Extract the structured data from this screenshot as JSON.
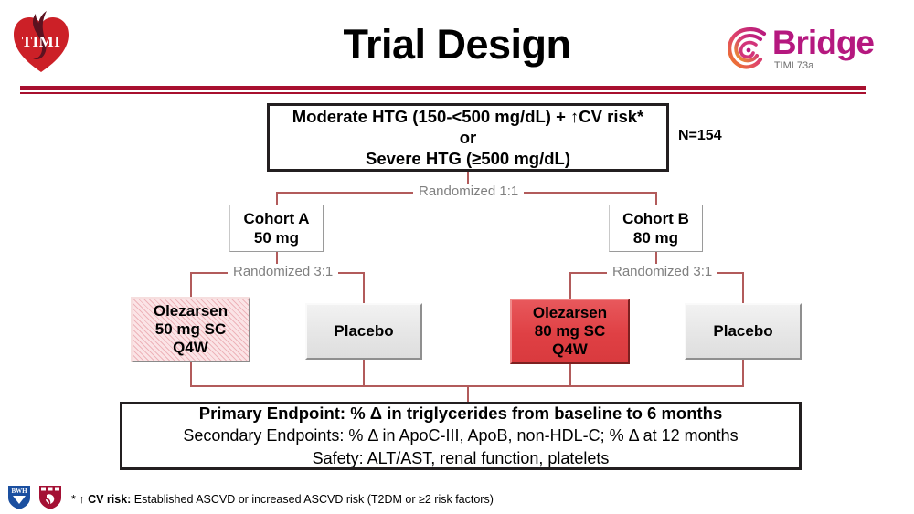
{
  "header": {
    "title": "Trial Design",
    "timi_logo_text": "TIMI",
    "bridge_logo": {
      "word": "Bridge",
      "subtitle": "TIMI 73a",
      "mark_icon": "spiral-swirl-icon"
    },
    "divider_color": "#a8102f"
  },
  "diagram": {
    "enrollment": {
      "line1": "Moderate HTG (150-<500 mg/dL) + ↑CV risk*",
      "line2": "or",
      "line3": "Severe HTG (≥500 mg/dL)",
      "n_total": "N=154"
    },
    "randomization_top": "Randomized 1:1",
    "cohorts": [
      {
        "name": "Cohort A",
        "dose": "50 mg",
        "randomization": "Randomized 3:1",
        "arms": [
          {
            "type": "active",
            "line1": "Olezarsen",
            "line2": "50 mg SC",
            "line3": "Q4W",
            "fill": "#fbe4e6"
          },
          {
            "type": "placebo",
            "label": "Placebo",
            "fill": "#e6e6e6"
          }
        ]
      },
      {
        "name": "Cohort B",
        "dose": "80 mg",
        "randomization": "Randomized 3:1",
        "arms": [
          {
            "type": "active",
            "line1": "Olezarsen",
            "line2": "80 mg SC",
            "line3": "Q4W",
            "fill": "#df4044"
          },
          {
            "type": "placebo",
            "label": "Placebo",
            "fill": "#e6e6e6"
          }
        ]
      }
    ],
    "endpoints": {
      "primary": "Primary Endpoint: % Δ in triglycerides from baseline to 6 months",
      "secondary": "Secondary Endpoints: % Δ in ApoC-III, ApoB, non-HDL-C; % Δ  at 12 months",
      "safety": "Safety: ALT/AST, renal function, platelets"
    },
    "connector_color": "#b25b5b"
  },
  "footer": {
    "footnote_prefix": "* ↑ ",
    "footnote_bold": "CV risk:",
    "footnote_rest": " Established ASCVD or increased ASCVD risk (T2DM or ≥2 risk factors)",
    "bwh_logo_text": "BWH",
    "harvard_logo": "harvard-shield-icon"
  }
}
